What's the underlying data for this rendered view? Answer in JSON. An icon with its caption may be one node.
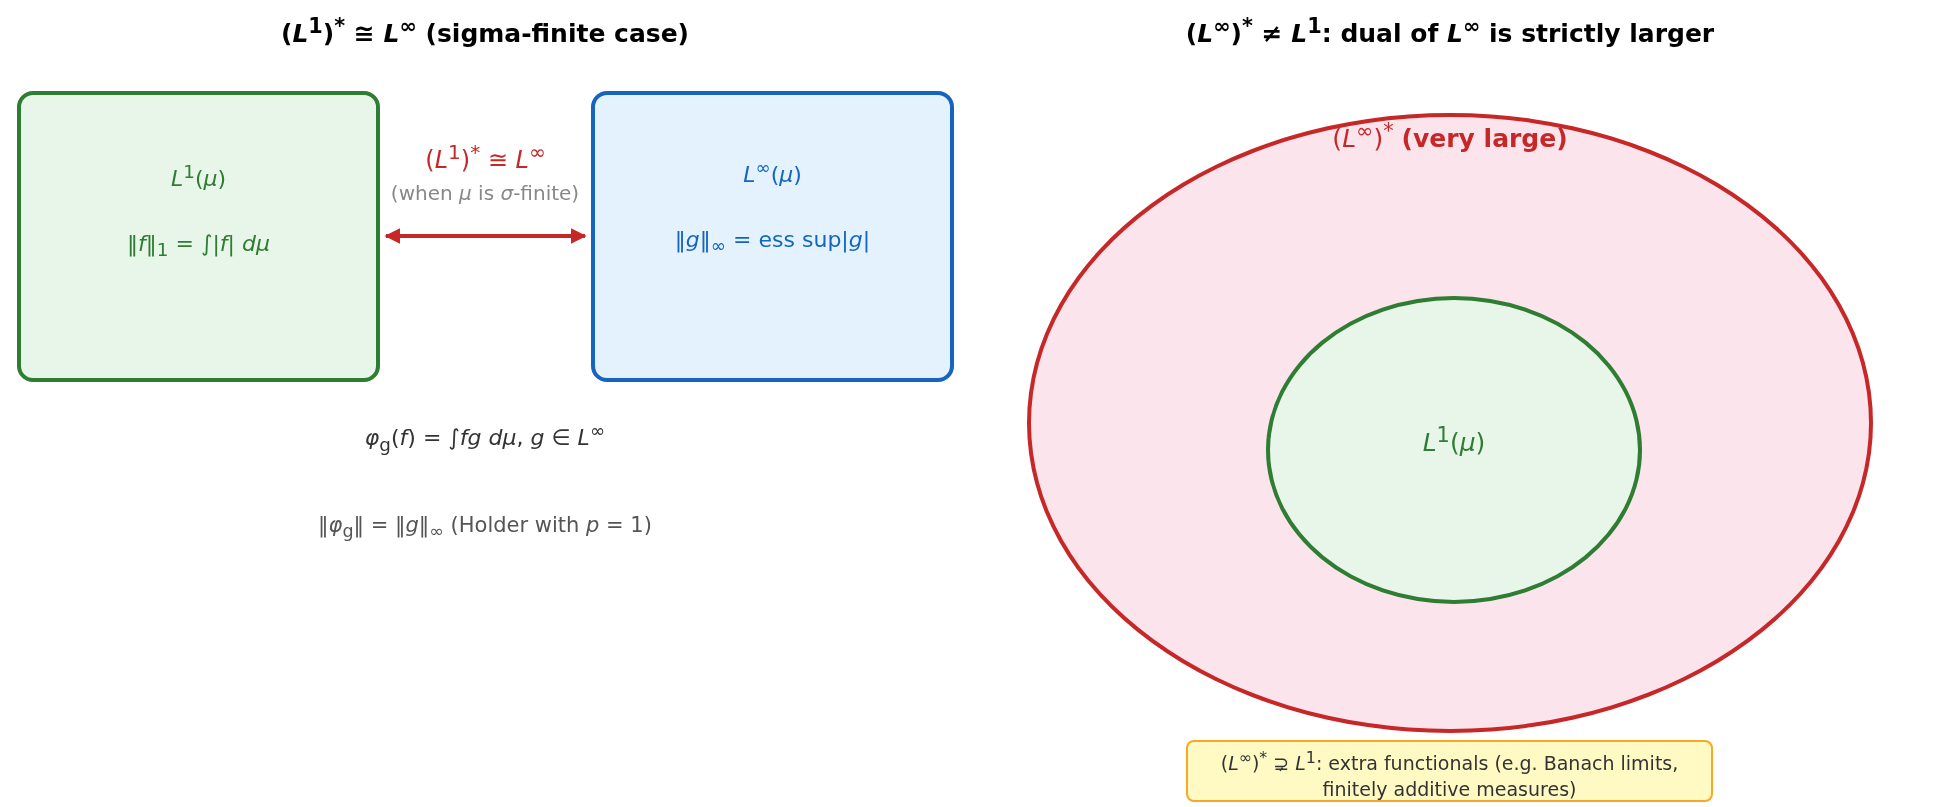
{
  "diagram": {
    "nodes": [
      {
        "text": [
          "*L*$^{1}$(*μ*)",
          "‖*f*‖$_{1}$ = ∫|*f*| *dμ*"
        ]
      },
      {
        "text": [
          "*L*$^{∞}$(*μ*)",
          "‖*g*‖$_{∞}$ = ess sup|*g*|"
        ]
      },
      {
        "text": [
          "(*L*$^{∞}$)$^{*}$ **(very large)**"
        ]
      },
      {
        "text": [
          "*L*$^{1}$(*μ*)"
        ],
        "in": 2
      },
      {
        "text": [
          "(*L*$^{∞}$)$^{*}$ ⊋ *L*$^{1}$: extra functionals (e.g. Banach limits, finitely additive measures)"
        ]
      }
    ],
    "edges": [
      {
        "from": 0,
        "to": 1,
        "arrow": "both",
        "label": "(*L*$^{1}$)$^{*}$ ≅ *L*$^{∞}$"
      }
    ],
    "labels": [
      "(*L*$^{1}$)$^{*}$ ≅ *L*$^{∞}$ (sigma-finite case)",
      "(*L*$^{∞}$)$^{*}$ ≠ *L*$^{1}$: dual of *L*$^{∞}$ is strictly larger",
      "(when *μ* is *σ*-finite)",
      "*φ*$_{g}$(*f*) = ∫*fg* *dμ*, *g* ∈ *L*$^{∞}$",
      "‖*φ*$_{g}$‖ = ‖*g*‖$_{∞}$ (Holder with *p* = 1)"
    ]
  }
}
